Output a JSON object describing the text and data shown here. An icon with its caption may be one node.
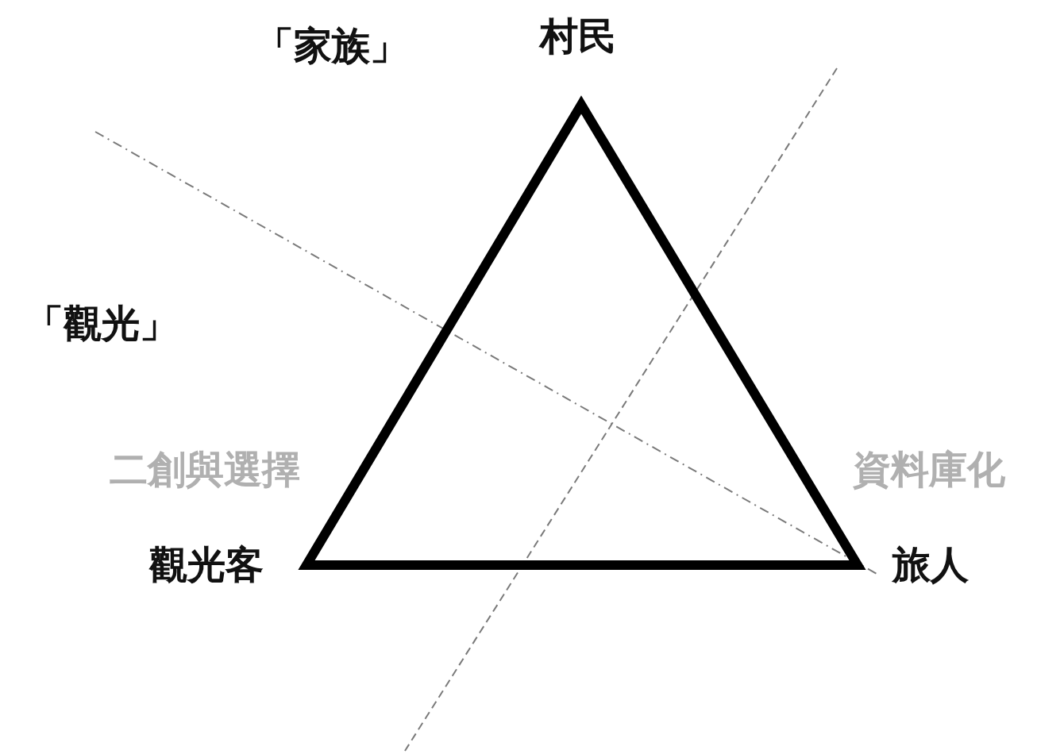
{
  "diagram": {
    "nodes": [
      {
        "text": [],
        "shape": "triangle",
        "beside": [
          "村民",
          "觀光客",
          "旅人"
        ]
      }
    ],
    "labels": [
      "「家族」",
      "「觀光」",
      "二創與選擇",
      "資料庫化"
    ]
  }
}
